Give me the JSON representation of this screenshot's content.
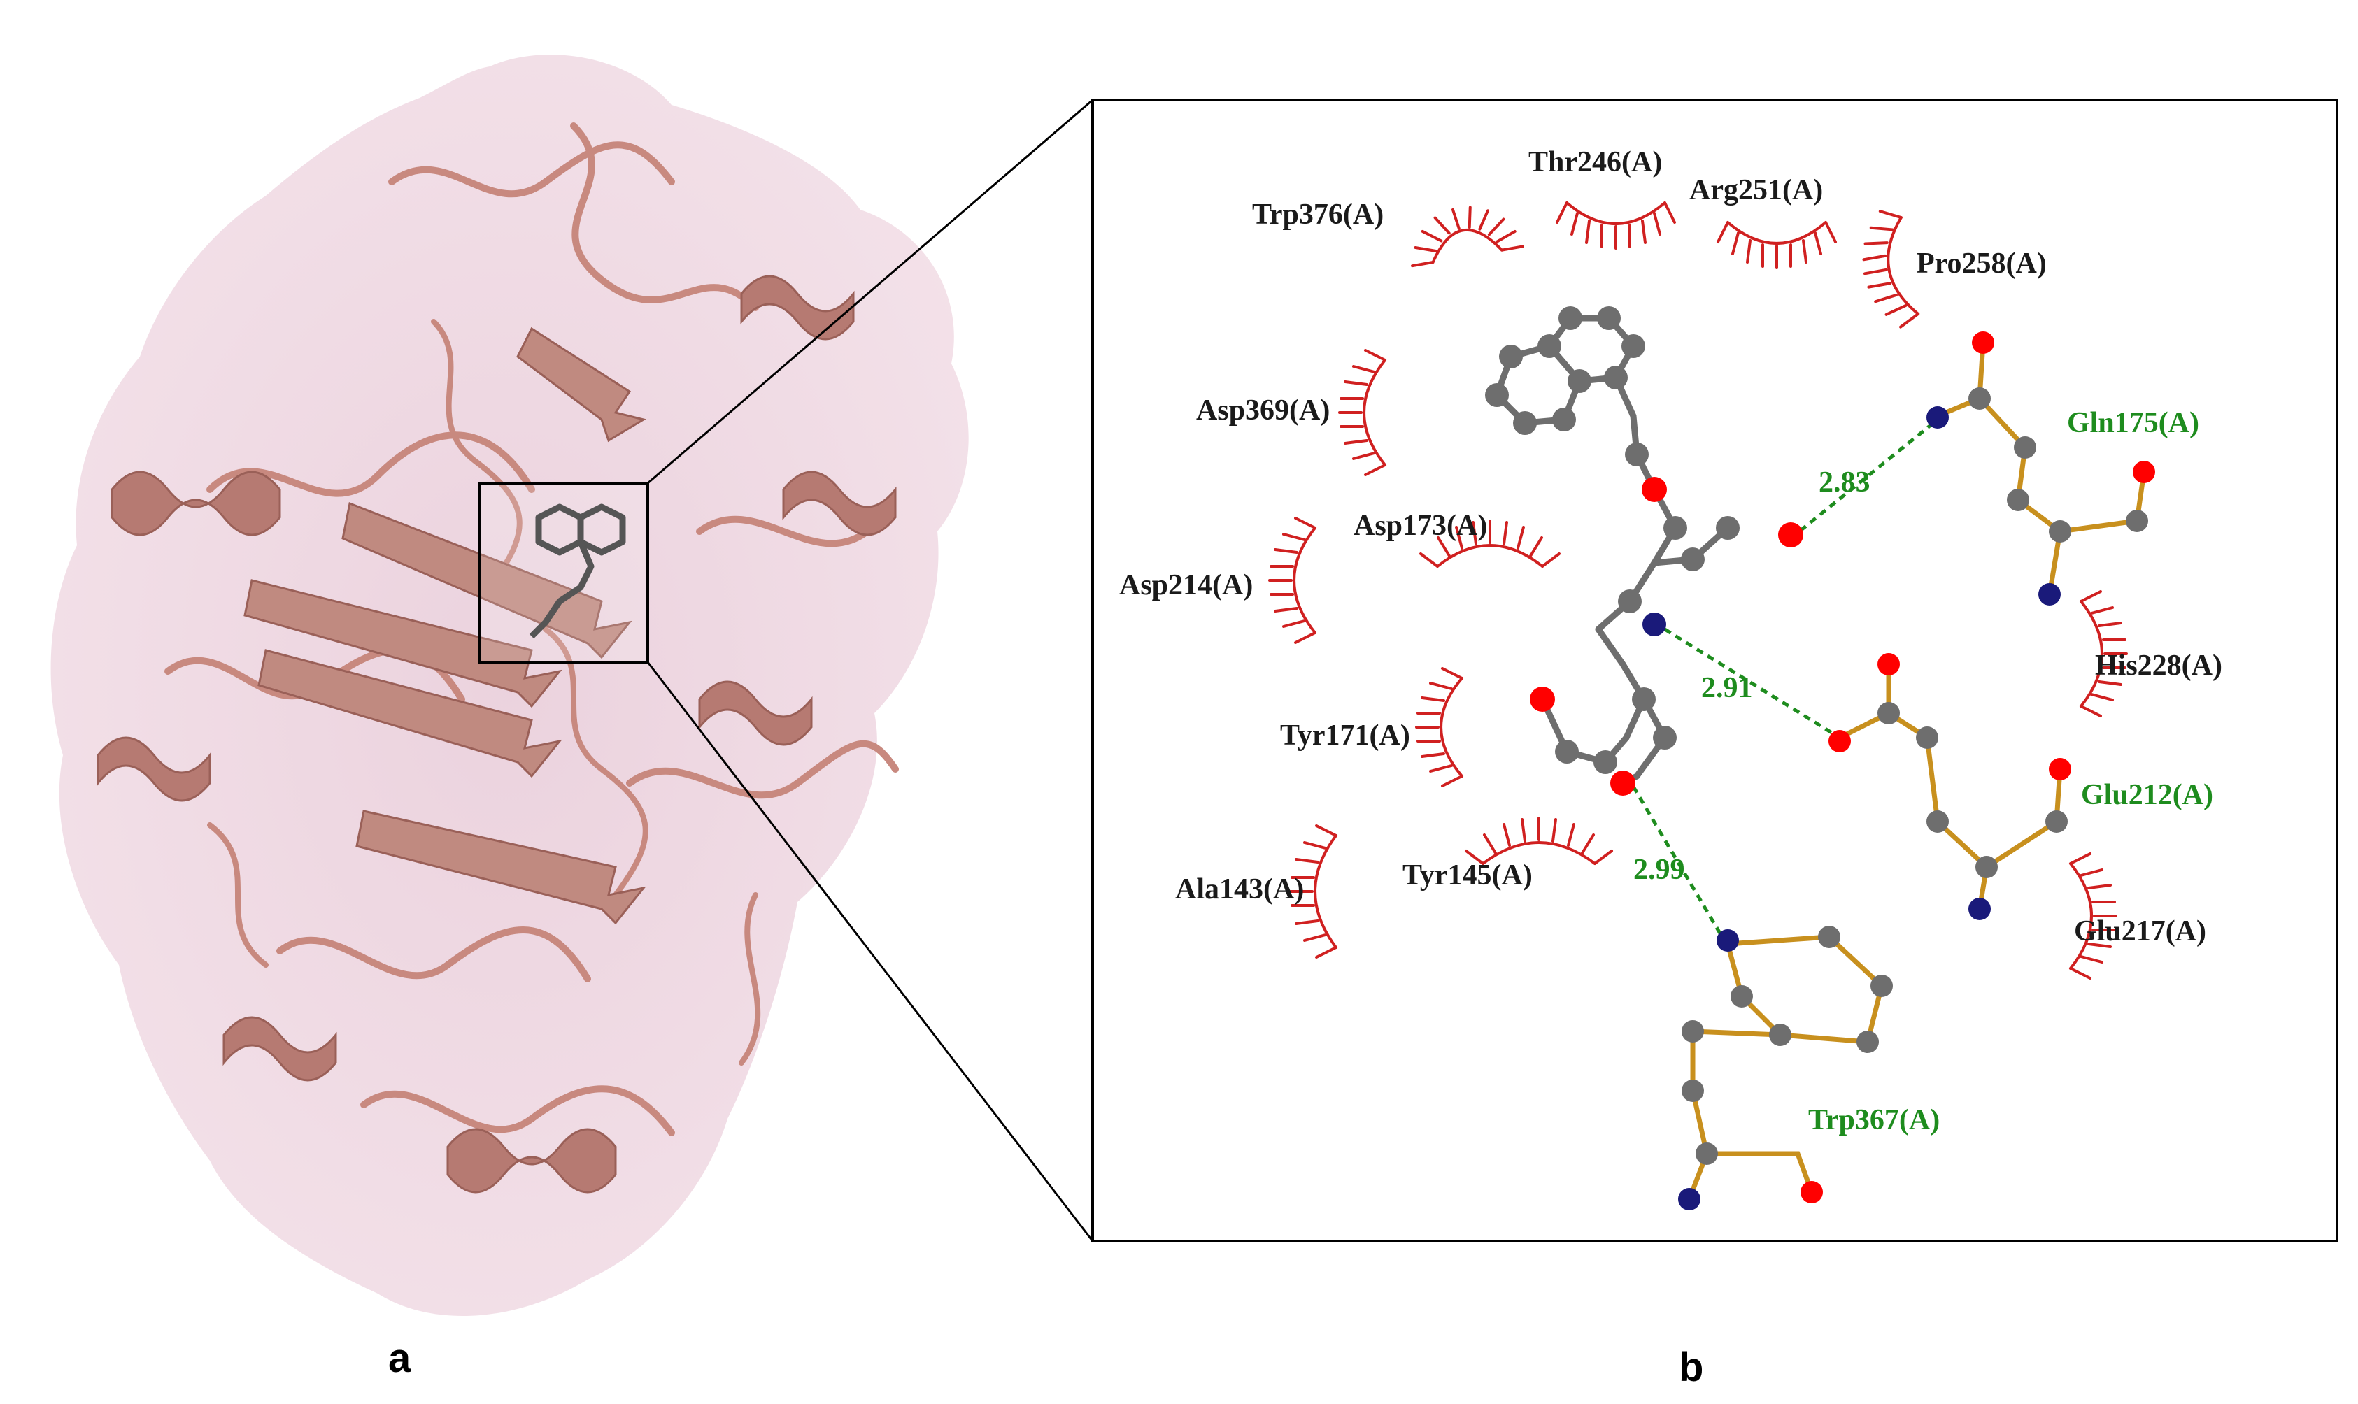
{
  "panels": {
    "a": {
      "label": "a"
    },
    "b": {
      "label": "b"
    }
  },
  "colors": {
    "hydrophobic_arc": "#d02020",
    "hbond": "#1e8c1e",
    "carbon": "#6e6e6e",
    "oxygen": "#ff0000",
    "nitrogen": "#1a1a7a",
    "ligand_bond": "#6e6e6e",
    "residue_bond": "#c8901e",
    "ribbon": "#c8897f",
    "surface": "#f0d8e0"
  },
  "hydrophobic_residues": [
    {
      "name": "Trp376(A)"
    },
    {
      "name": "Thr246(A)"
    },
    {
      "name": "Arg251(A)"
    },
    {
      "name": "Pro258(A)"
    },
    {
      "name": "Asp369(A)"
    },
    {
      "name": "Asp173(A)"
    },
    {
      "name": "Asp214(A)"
    },
    {
      "name": "Tyr171(A)"
    },
    {
      "name": "Tyr145(A)"
    },
    {
      "name": "Ala143(A)"
    },
    {
      "name": "His228(A)"
    },
    {
      "name": "Glu217(A)"
    }
  ],
  "hbond_residues": [
    {
      "name": "Gln175(A)"
    },
    {
      "name": "Glu212(A)"
    },
    {
      "name": "Trp367(A)"
    }
  ],
  "hbond_distances": [
    {
      "value": "2.83"
    },
    {
      "value": "2.91"
    },
    {
      "value": "2.99"
    }
  ]
}
